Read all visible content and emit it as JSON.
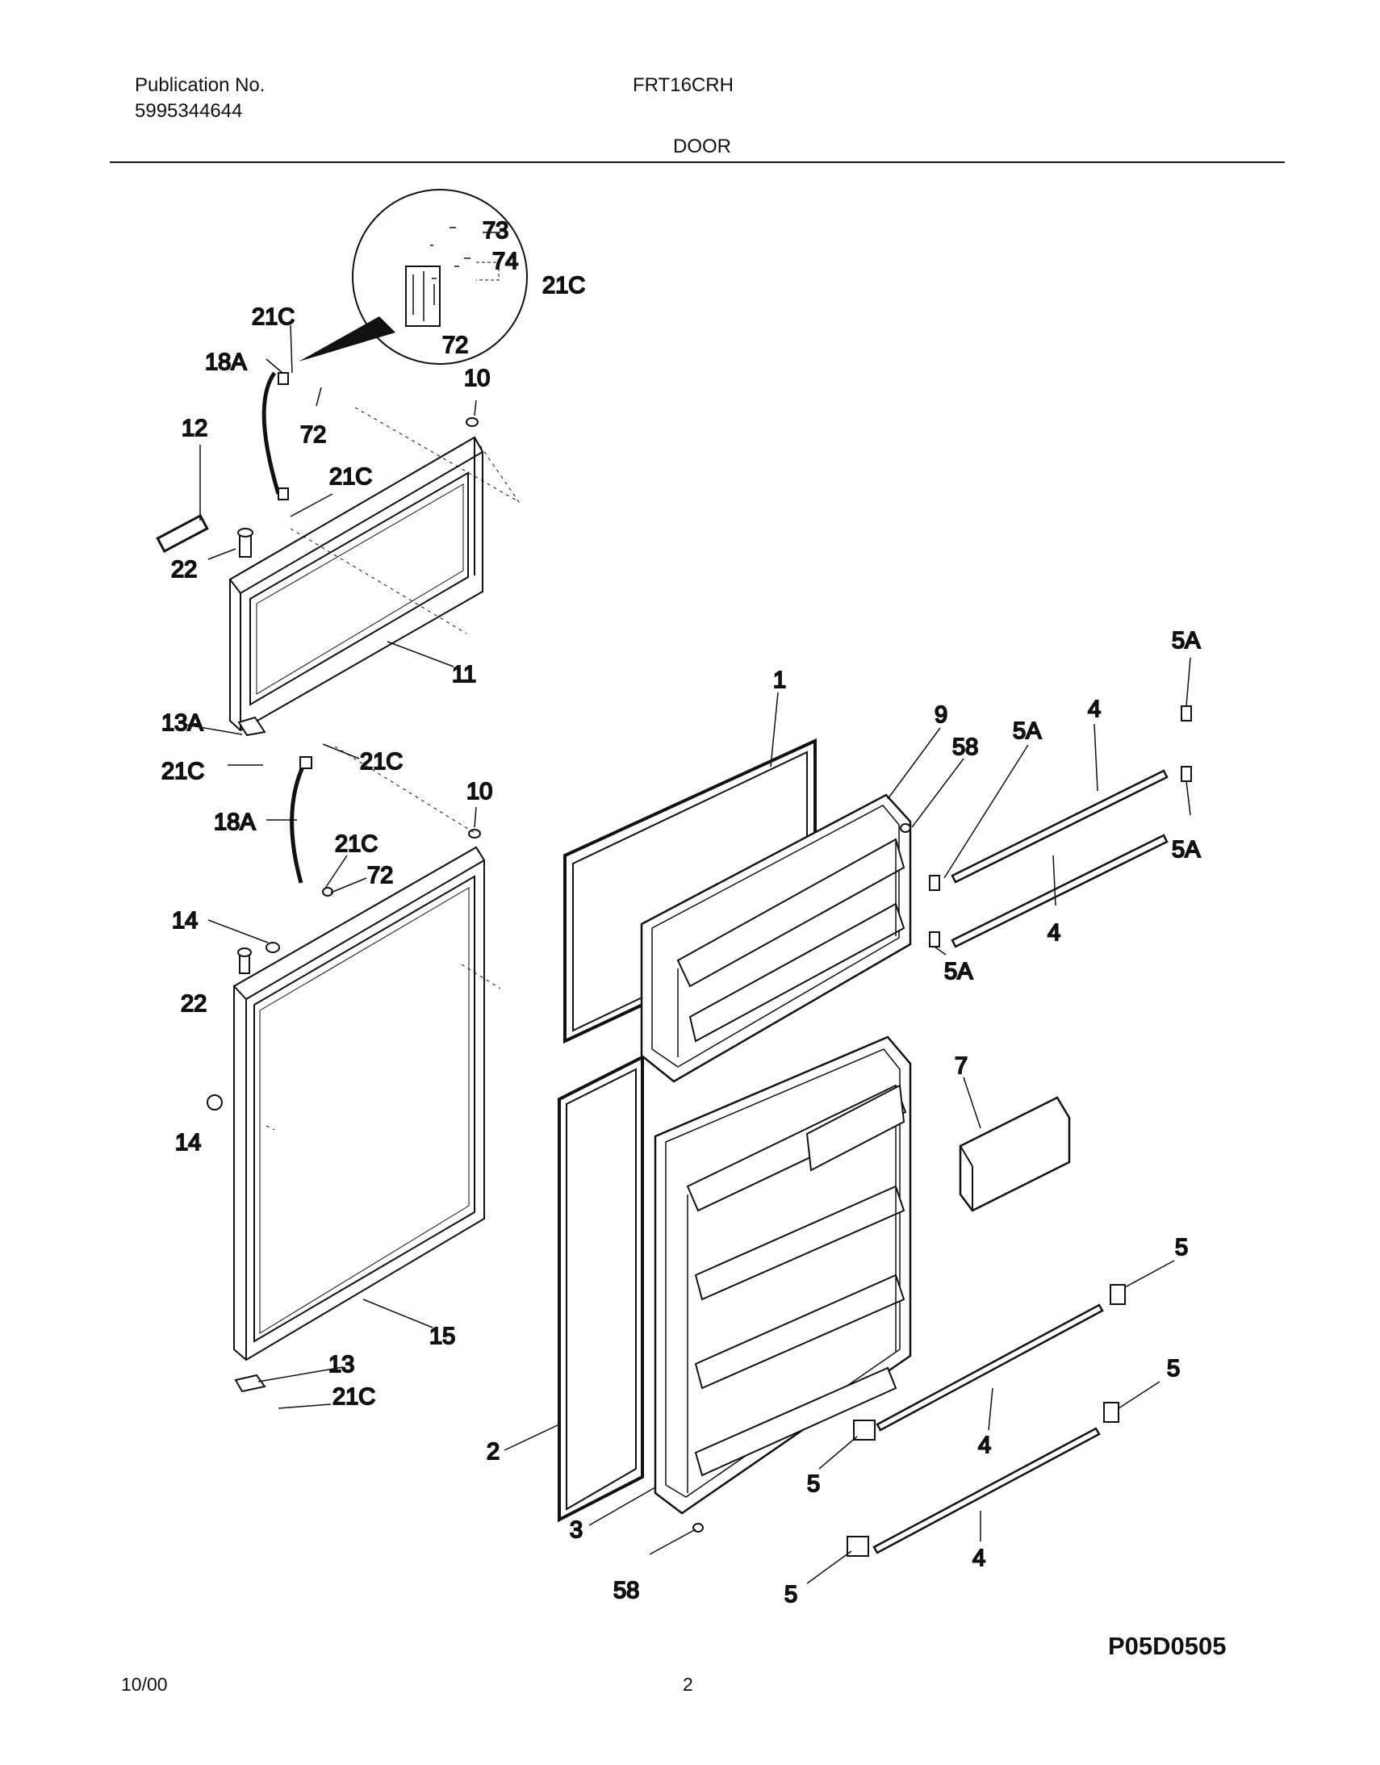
{
  "header": {
    "publication_label": "Publication No.",
    "publication_number": "5995344644",
    "model": "FRT16CRH",
    "section": "DOOR"
  },
  "diagram": {
    "labels": {
      "l73": "73",
      "l74": "74",
      "l21c_top_right": "21C",
      "l72_inset": "72",
      "l21c_a": "21C",
      "l18a_a": "18A",
      "l10_a": "10",
      "l12": "12",
      "l72_a": "72",
      "l21c_b": "21C",
      "l22_a": "22",
      "l11": "11",
      "l13a": "13A",
      "l21c_c": "21C",
      "l21c_d": "21C",
      "l10_b": "10",
      "l18a_b": "18A",
      "l21c_e": "21C",
      "l72_b": "72",
      "l14_a": "14",
      "l22_b": "22",
      "l14_b": "14",
      "l15": "15",
      "l13": "13",
      "l21c_f": "21C",
      "l1": "1",
      "l9": "9",
      "l58_a": "58",
      "l5a_a": "5A",
      "l4_a": "4",
      "l5a_b": "5A",
      "l5a_c": "5A",
      "l4_b": "4",
      "l5a_d": "5A",
      "l7": "7",
      "l5_a": "5",
      "l5_b": "5",
      "l4_c": "4",
      "l5_c": "5",
      "l4_d": "4",
      "l5_d": "5",
      "l2": "2",
      "l3": "3",
      "l58_b": "58"
    },
    "part_code": "P05D0505"
  },
  "footer": {
    "date": "10/00",
    "page": "2"
  }
}
